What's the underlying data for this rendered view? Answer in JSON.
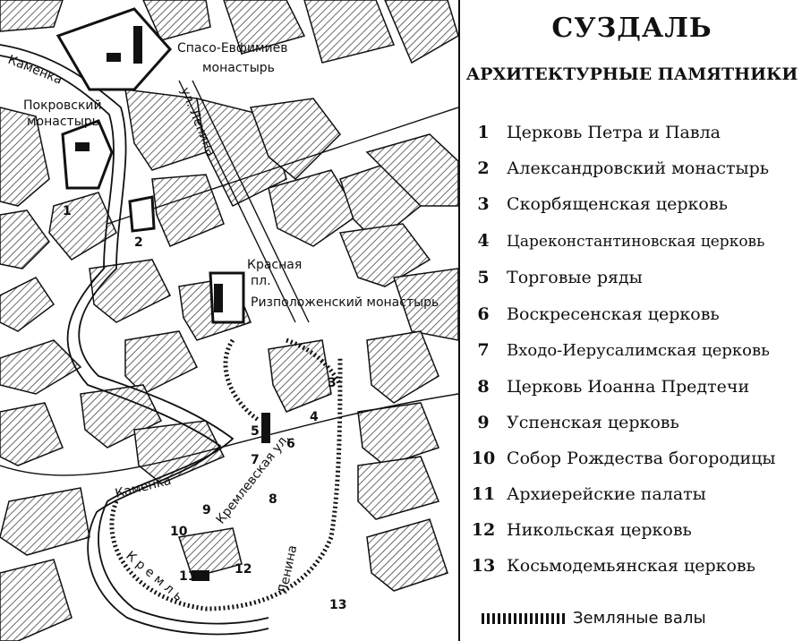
{
  "title": "СУЗДАЛЬ",
  "subtitle": "АРХИТЕКТУРНЫЕ ПАМЯТНИКИ",
  "legend_items": [
    {
      "num": "1",
      "label": "Церковь Петра и Павла"
    },
    {
      "num": "2",
      "label": "Александровский монастырь"
    },
    {
      "num": "3",
      "label": "Скорбященская церковь"
    },
    {
      "num": "4",
      "label": "Цареконстантиновская церковь"
    },
    {
      "num": "5",
      "label": "Торговые ряды"
    },
    {
      "num": "6",
      "label": "Воскресенская церковь"
    },
    {
      "num": "7",
      "label": "Входо-Иерусалимская церковь"
    },
    {
      "num": "8",
      "label": "Церковь Иоанна Предтечи"
    },
    {
      "num": "9",
      "label": "Успенская церковь"
    },
    {
      "num": "10",
      "label": "Собор Рождества богородицы"
    },
    {
      "num": "11",
      "label": "Архиерейские палаты"
    },
    {
      "num": "12",
      "label": "Никольская церковь"
    },
    {
      "num": "13",
      "label": "Косьмодемьянская церковь"
    }
  ],
  "earth_ramparts_label": "Земляные валы",
  "map_labels": {
    "spaso": "Спасо-Евфимиев",
    "monastyr": "монастырь",
    "kamenka": "Каменка",
    "pokrovsky": "Покровский",
    "krasnaya": "Красная",
    "pl": "пл.",
    "rizpol": "Ризположенский монастырь",
    "lenina": "ул. Ленина",
    "kremlevskaya": "Кремлевская ул.",
    "kreml": "К р е м л ь",
    "lenina_short": "Ленина"
  },
  "colors": {
    "ink": "#111111",
    "hatch": "#555555",
    "paper": "#ffffff"
  }
}
